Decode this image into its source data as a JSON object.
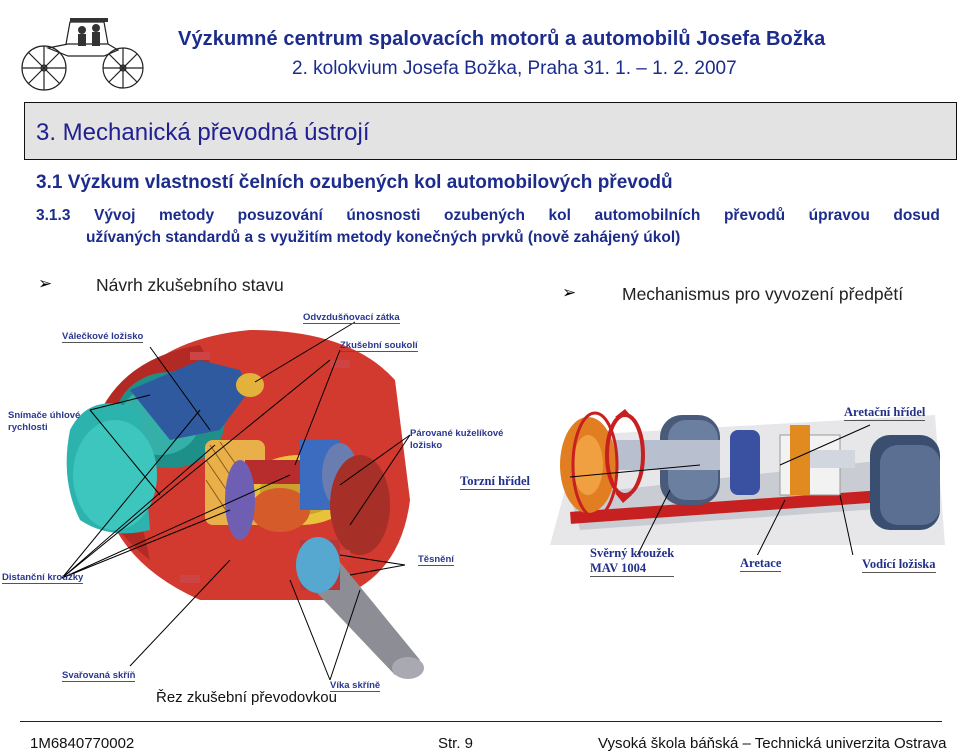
{
  "header": {
    "title": "Výzkumné centrum spalovacích motorů a automobilů Josefa Božka",
    "subtitle": "2. kolokvium Josefa Božka, Praha 31. 1. – 1. 2. 2007"
  },
  "section": {
    "title": "3. Mechanická převodná ústrojí",
    "subtitle": "3.1 Výzkum vlastností čelních ozubených kol automobilových převodů",
    "paragraph_line1": [
      "3.1.3",
      "Vývoj",
      "metody",
      "posuzování",
      "únosnosti",
      "ozubených",
      "kol",
      "automobilních",
      "převodů",
      "úpravou",
      "dosud"
    ],
    "paragraph_line2": "užívaných standardů a s využitím metody konečných prvků (nově zahájený úkol)"
  },
  "left": {
    "bullet": "Návrh zkušebního stavu",
    "labels": {
      "roller_bearing": "Válečkové ložisko",
      "vent_plug": "Odvzdušňovací zátka",
      "test_gears": "Zkušební soukolí",
      "speed_sensors": "Snímače úhlové rychlosti",
      "paired_bearings": "Párované kuželíkové ložisko",
      "sealing": "Těsnění",
      "spacer_rings": "Distanční kroužky",
      "welded_housing": "Svařovaná skříň",
      "housing_covers": "Víka skříně",
      "caption": "Řez zkušební převodovkou"
    }
  },
  "right": {
    "bullet": "Mechanismus pro vyvození předpětí",
    "labels": {
      "locking_shaft": "Aretační hřídel",
      "torsion_shaft": "Torzní hřídel",
      "clamp_ring": "Svěrný kroužek",
      "clamp_ring_code": "MAV 1004",
      "locking": "Aretace",
      "guide_bearings": "Vodící ložiska"
    }
  },
  "footer": {
    "project": "1M6840770002",
    "page": "Str. 9",
    "university": "Vysoká škola báňská – Technická univerzita Ostrava"
  },
  "colors": {
    "heading_blue": "#1c2c8c",
    "section_bar": "#e3e3e3"
  }
}
